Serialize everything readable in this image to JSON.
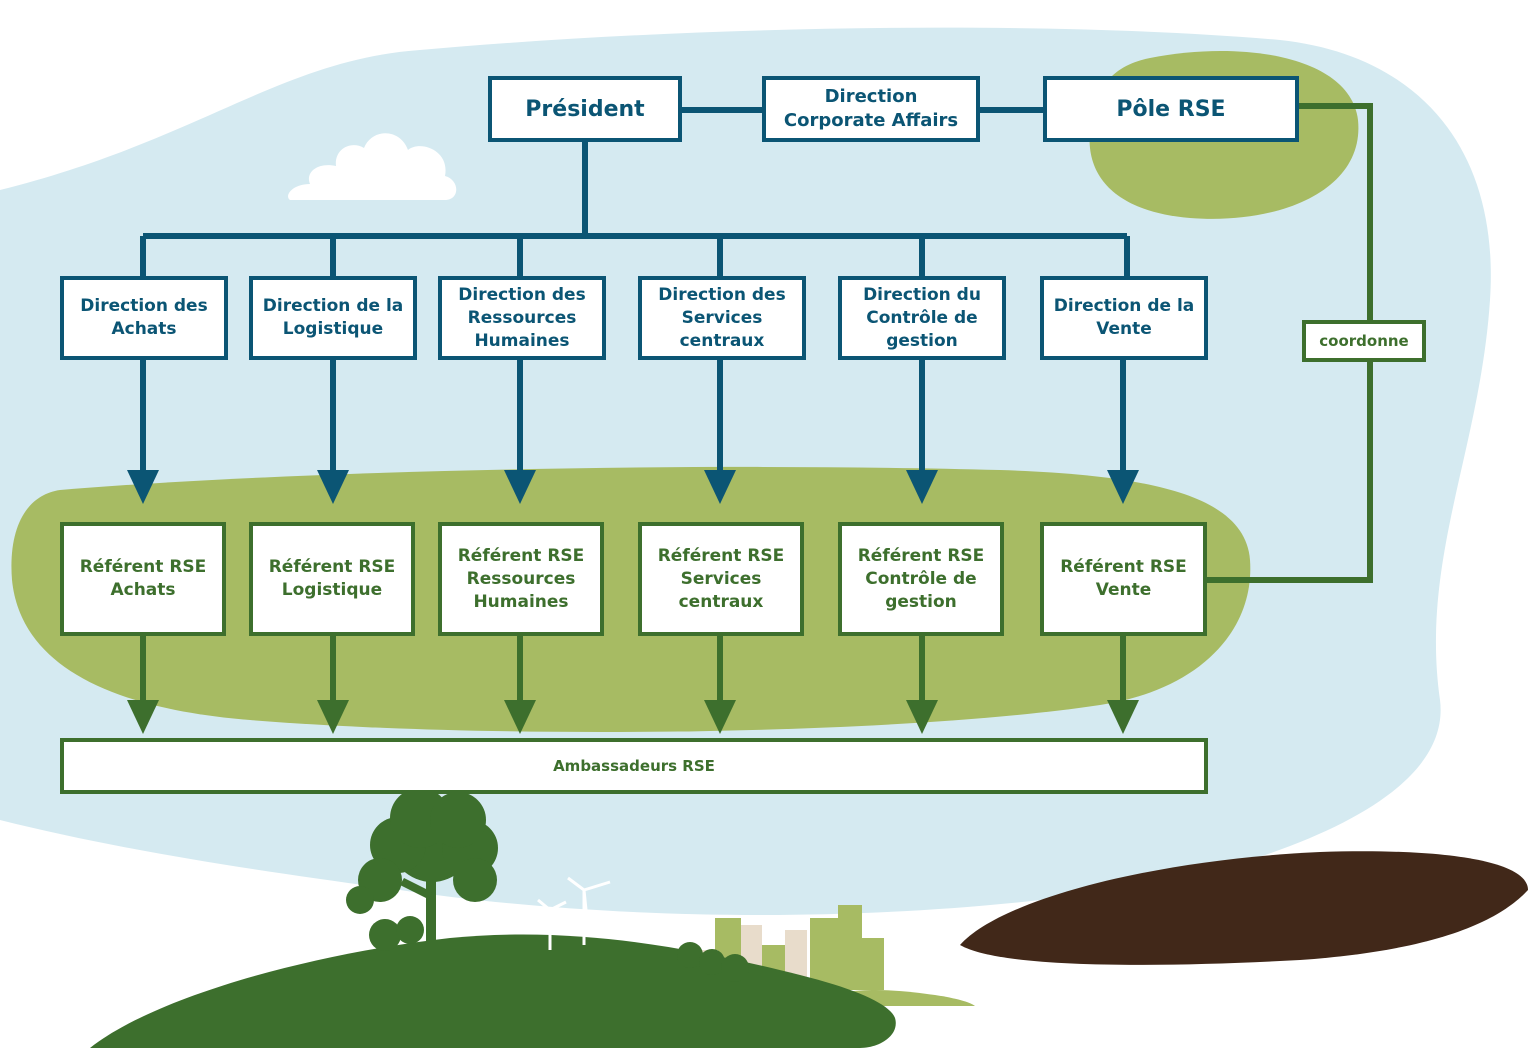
{
  "colors": {
    "sky": "#d5eaf1",
    "green_blob": "#a7bb63",
    "blue_line": "#0b5574",
    "green_line": "#3d6f2d",
    "hill": "#3d6f2d",
    "city": "#a7bb63",
    "soil": "#412819"
  },
  "nodes": {
    "president": "Président",
    "corporate": "Direction\nCorporate Affairs",
    "pole_rse": "Pôle RSE",
    "coordonne": "coordonne",
    "ambassadeurs": "Ambassadeurs RSE"
  },
  "directions": [
    "Direction des\nAchats",
    "Direction de la\nLogistique",
    "Direction des\nRessources\nHumaines",
    "Direction des\nServices\ncentraux",
    "Direction du\nContrôle de\ngestion",
    "Direction de la\nVente"
  ],
  "referents": [
    "Référent RSE\nAchats",
    "Référent RSE\nLogistique",
    "Référent RSE\nRessources\nHumaines",
    "Référent RSE\nServices\ncentraux",
    "Référent RSE\nContrôle de\ngestion",
    "Référent RSE\nVente"
  ],
  "icons": [
    "cloud-icon",
    "tree-icon",
    "wind-turbine-icon",
    "city-skyline-icon",
    "hill-icon",
    "soil-patch-icon"
  ]
}
